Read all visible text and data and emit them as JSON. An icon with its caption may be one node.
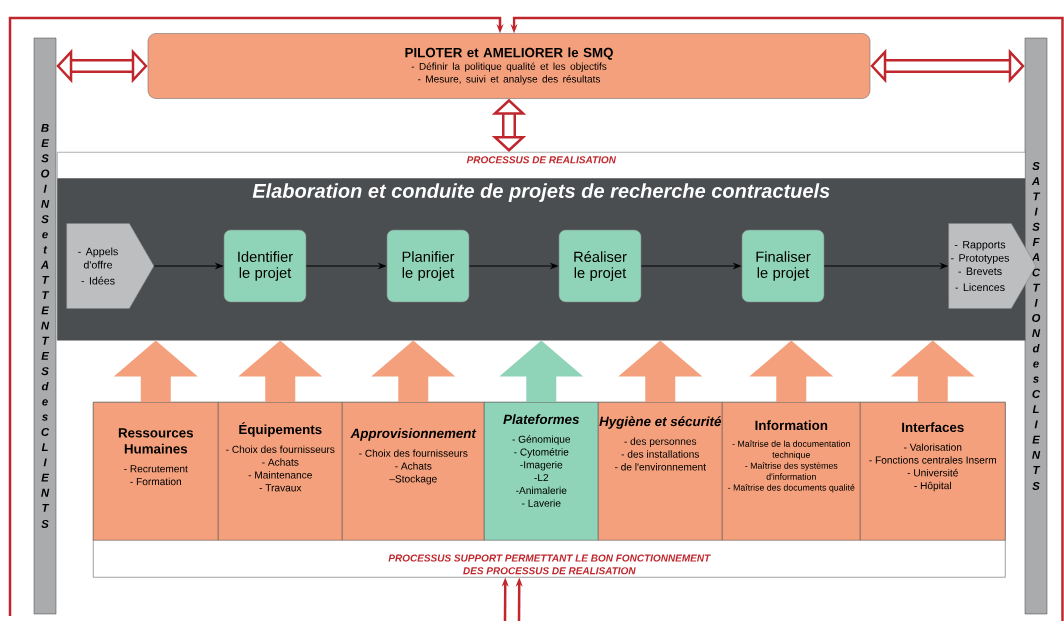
{
  "diagram": {
    "nodes": [
      {
        "text": [
          "BESOINS et ATTENTES des CLIENTS"
        ]
      },
      {
        "text": [
          "SATISFACTION des CLIENTS"
        ]
      },
      {
        "text": [
          "PILOTER et AMELIORER  le SMQ",
          "- Définir la politique qualité et les objectifs",
          "- Mesure, suivi et analyse des résultats"
        ]
      },
      {
        "text": [
          "PROCESSUS DE REALISATION"
        ]
      },
      {
        "text": [
          "Elaboration et conduite de projets de recherche contractuels"
        ],
        "in": 3
      },
      {
        "text": [
          "- Appels d'offre",
          "- Idées"
        ],
        "in": 4
      },
      {
        "text": [
          "Identifier le projet"
        ],
        "in": 4
      },
      {
        "text": [
          "Planifier le projet"
        ],
        "in": 4
      },
      {
        "text": [
          "Réaliser le projet"
        ],
        "in": 4
      },
      {
        "text": [
          "Finaliser le projet"
        ],
        "in": 4
      },
      {
        "text": [
          "- Rapports",
          "- Prototypes",
          "- Brevets",
          "- Licences"
        ],
        "in": 4
      },
      {
        "text": [
          "PROCESSUS SUPPORT PERMETTANT LE BON FONCTIONNEMENT DES PROCESSUS DE REALISATION"
        ]
      },
      {
        "text": [
          "Ressources Humaines",
          "- Recrutement",
          "- Formation"
        ],
        "in": 11
      },
      {
        "text": [
          "Équipements",
          "- Choix des fournisseurs",
          "- Achats",
          "- Maintenance",
          "- Travaux"
        ],
        "in": 11
      },
      {
        "text": [
          "Approvisionnement",
          "- Choix des fournisseurs",
          "- Achats",
          "–Stockage"
        ],
        "in": 11
      },
      {
        "text": [
          "Plateformes",
          "- Génomique",
          "- Cytométrie",
          "-Imagerie",
          "-L2",
          "-Animalerie",
          "- Laverie"
        ],
        "in": 11
      },
      {
        "text": [
          "Hygiène et sécurité",
          "- des personnes",
          "- des installations",
          "- de l'environnement"
        ],
        "in": 11
      },
      {
        "text": [
          "Information",
          "- Maîtrise de la documentation technique",
          "- Maîtrise des systèmes d'information",
          "- Maîtrise des documents qualité"
        ],
        "in": 11
      },
      {
        "text": [
          "Interfaces",
          "- Valorisation",
          "- Fonctions centrales Inserm",
          "- Université",
          "- Hôpital"
        ],
        "in": 11
      }
    ],
    "edges": [
      {
        "from": 0,
        "to": 2,
        "arrow": "both",
        "color": "#c0272d"
      },
      {
        "from": 2,
        "to": 1,
        "arrow": "both",
        "color": "#c0272d"
      },
      {
        "from": 2,
        "to": 3,
        "arrow": "both",
        "color": "#c0272d"
      },
      {
        "from": null,
        "to": 2,
        "arrow": "to",
        "color": "#c0272d"
      },
      {
        "from": null,
        "to": 2,
        "arrow": "to",
        "color": "#c0272d"
      },
      {
        "from": null,
        "to": 11,
        "arrow": "to",
        "color": "#c0272d"
      },
      {
        "from": null,
        "to": 11,
        "arrow": "to",
        "color": "#c0272d"
      },
      {
        "from": 5,
        "to": 6,
        "arrow": "to",
        "color": "#000000"
      },
      {
        "from": 6,
        "to": 7,
        "arrow": "to",
        "color": "#000000"
      },
      {
        "from": 7,
        "to": 8,
        "arrow": "to",
        "color": "#000000"
      },
      {
        "from": 8,
        "to": 9,
        "arrow": "to",
        "color": "#000000"
      },
      {
        "from": 9,
        "to": 10,
        "arrow": "to",
        "color": "#000000"
      },
      {
        "from": 12,
        "to": 4,
        "arrow": "to",
        "style": "thick",
        "color": "#f4a07c"
      },
      {
        "from": 13,
        "to": 4,
        "arrow": "to",
        "style": "thick",
        "color": "#f4a07c"
      },
      {
        "from": 14,
        "to": 4,
        "arrow": "to",
        "style": "thick",
        "color": "#f4a07c"
      },
      {
        "from": 15,
        "to": 4,
        "arrow": "to",
        "style": "thick",
        "color": "#8fd3b8"
      },
      {
        "from": 16,
        "to": 4,
        "arrow": "to",
        "style": "thick",
        "color": "#f4a07c"
      },
      {
        "from": 17,
        "to": 4,
        "arrow": "to",
        "style": "thick",
        "color": "#f4a07c"
      },
      {
        "from": 18,
        "to": 4,
        "arrow": "to",
        "style": "thick",
        "color": "#f4a07c"
      }
    ]
  }
}
